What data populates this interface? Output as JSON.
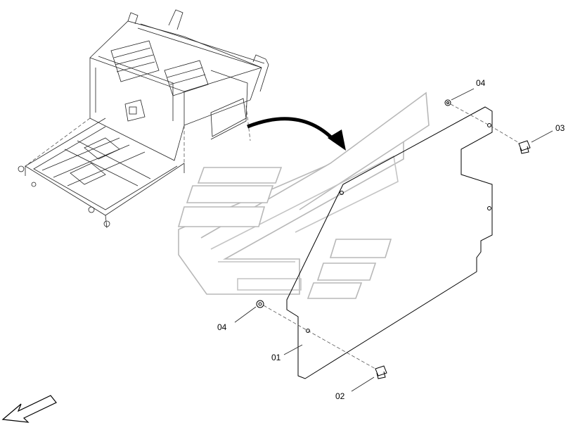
{
  "callouts": {
    "cover_panel": "01",
    "fastener_bottom": "02",
    "fastener_top": "03",
    "washer_top": "04",
    "washer_left": "04"
  },
  "icons": {
    "orientation": "orientation-arrow-icon",
    "transition": "curved-arrow-icon"
  }
}
